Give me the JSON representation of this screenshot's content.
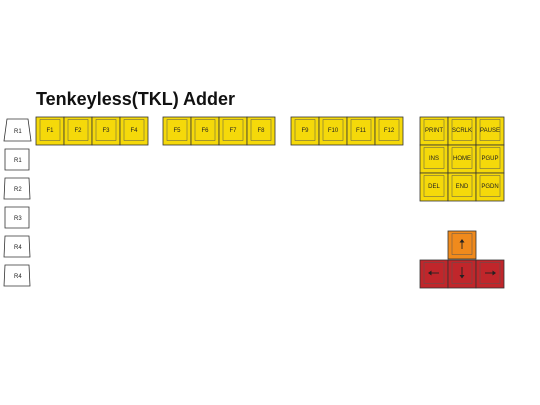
{
  "title": "Tenkeyless(TKL) Adder",
  "colors": {
    "yellow": "#f5d90a",
    "orange": "#f08a1c",
    "red": "#c0262b",
    "outline": "#333333"
  },
  "row_profiles": [
    "R1",
    "R1",
    "R2",
    "R3",
    "R4",
    "R4"
  ],
  "function_row": [
    "F1",
    "F2",
    "F3",
    "F4",
    "F5",
    "F6",
    "F7",
    "F8",
    "F9",
    "F10",
    "F11",
    "F12"
  ],
  "nav_cluster": [
    [
      "PRINT",
      "SCRLK",
      "PAUSE"
    ],
    [
      "INS",
      "HOME",
      "PGUP"
    ],
    [
      "DEL",
      "END",
      "PGDN"
    ]
  ],
  "arrows": {
    "up": "up-arrow-icon",
    "left": "left-arrow-icon",
    "down": "down-arrow-icon",
    "right": "right-arrow-icon"
  }
}
